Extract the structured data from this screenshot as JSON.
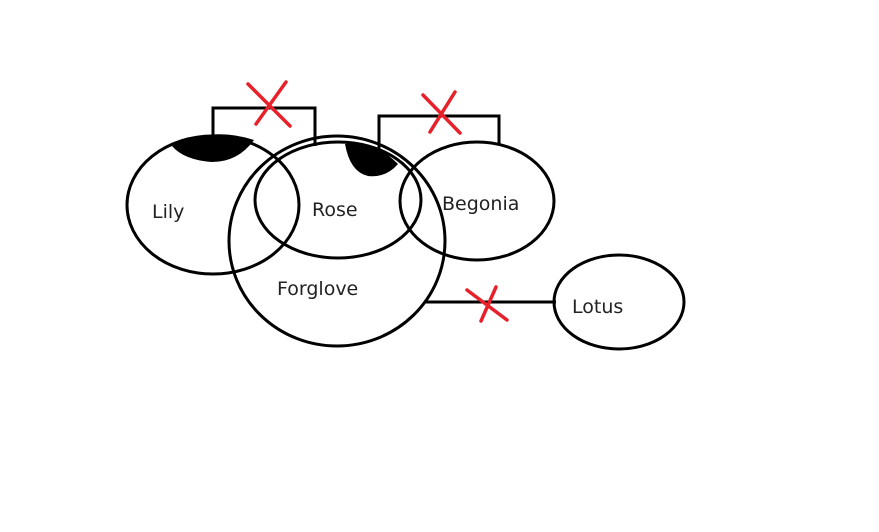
{
  "diagram": {
    "sets": {
      "lily": "Lily",
      "rose": "Rose",
      "begonia": "Begonia",
      "forglove": "Forglove",
      "lotus": "Lotus"
    },
    "colors": {
      "outline": "#000000",
      "cross": "#e8202a",
      "text": "#222222",
      "background": "#ffffff"
    }
  }
}
